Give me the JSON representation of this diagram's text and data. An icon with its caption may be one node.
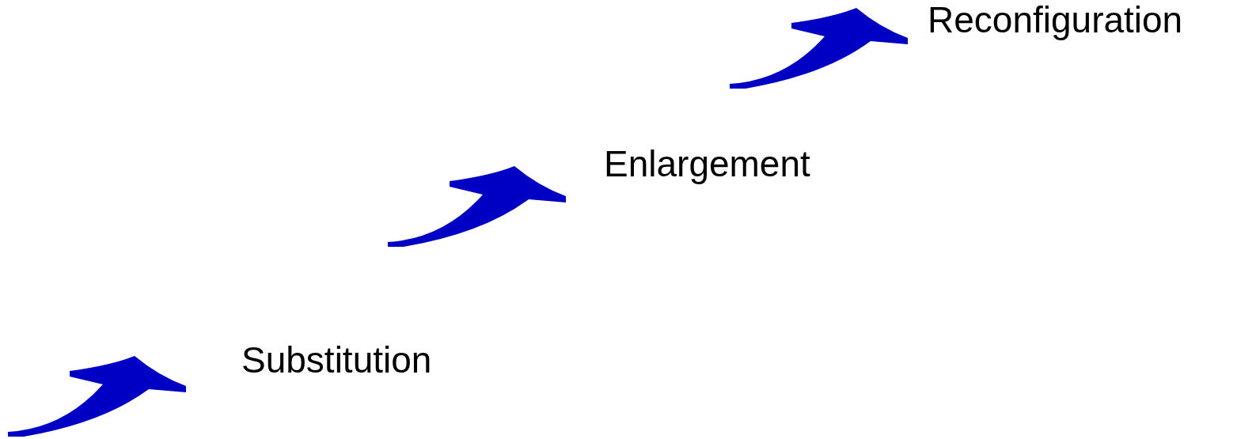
{
  "diagram": {
    "labels": [
      "Substitution",
      "Enlargement",
      "Reconfiguration"
    ]
  }
}
